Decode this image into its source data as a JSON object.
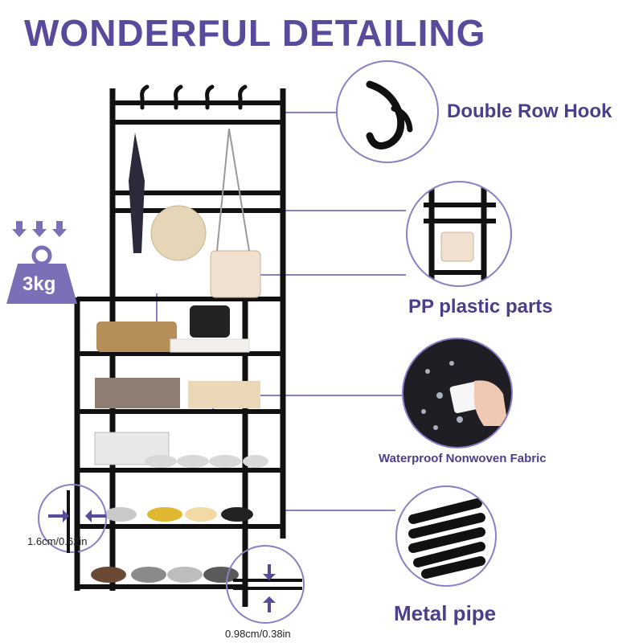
{
  "title": "WONDERFUL DETAILING",
  "features": {
    "hook_label": "Double Row Hook",
    "plastic_label": "PP plastic parts",
    "fabric_label": "Waterproof Nonwoven Fabric",
    "pipe_label": "Metal pipe"
  },
  "weight_label": "3kg",
  "measurements": {
    "tube_width": "1.6cm/0.62in",
    "tube_height": "0.98cm/0.38in"
  },
  "colors": {
    "title": "#5a4a9c",
    "label": "#4a3f8a",
    "accent": "#8a7fc4",
    "frame": "#111111"
  }
}
